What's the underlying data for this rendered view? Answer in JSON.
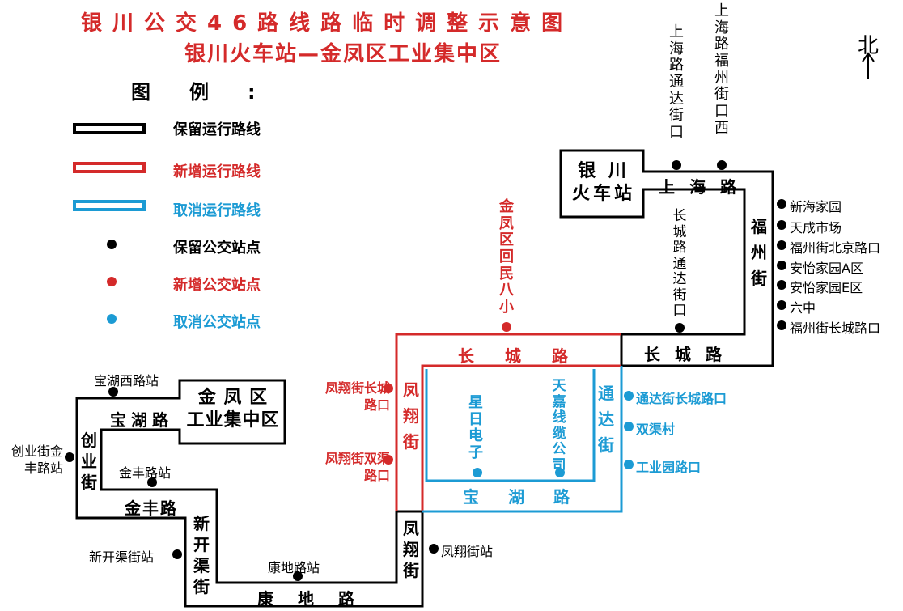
{
  "title": {
    "line1": "银川公交46路线路临时调整示意图",
    "line2": "银川火车站—金凤区工业集中区"
  },
  "legend": {
    "heading": "图例:",
    "items": [
      {
        "label": "保留运行路线",
        "color": "#000000"
      },
      {
        "label": "新增运行路线",
        "color": "#d42a2a"
      },
      {
        "label": "取消运行路线",
        "color": "#1c9bd4"
      },
      {
        "label": "保留公交站点",
        "color": "#000000"
      },
      {
        "label": "新增公交站点",
        "color": "#d42a2a"
      },
      {
        "label": "取消公交站点",
        "color": "#1c9bd4"
      }
    ]
  },
  "compass": {
    "label": "北"
  },
  "terminals": {
    "yinchuan_station": "银 川\n火车站",
    "jinfeng_zone": "金 凤 区\n工业集中区"
  },
  "roads": {
    "shanghai_road": "上海路",
    "fuzhou_street": "福州街",
    "changcheng_road_east": "长城路",
    "changcheng_road_west": "长城路",
    "tongda_street": "通达街",
    "fengxiang_street_north": "凤翔街",
    "fengxiang_street_south": "凤翔街",
    "baohu_road_center": "宝湖路",
    "baohu_road_west": "宝湖路",
    "chuangye_street": "创业街",
    "jinfeng_road": "金丰路",
    "xinkaiqu_street": "新开渠街",
    "kangdi_road": "康地路"
  },
  "stops": {
    "kept": [
      {
        "name": "上海路通达街口",
        "vertical": true
      },
      {
        "name": "上海路福州街口西",
        "vertical": true
      },
      {
        "name": "新海家园"
      },
      {
        "name": "天成市场"
      },
      {
        "name": "福州街北京路口"
      },
      {
        "name": "安怡家园A区"
      },
      {
        "name": "安怡家园E区"
      },
      {
        "name": "六中"
      },
      {
        "name": "福州街长城路口"
      },
      {
        "name": "长城路通达街口",
        "vertical": true
      },
      {
        "name": "宝湖西路站"
      },
      {
        "name": "创业街金丰路站"
      },
      {
        "name": "金丰路站"
      },
      {
        "name": "新开渠街站"
      },
      {
        "name": "康地路站"
      },
      {
        "name": "凤翔街站"
      }
    ],
    "added": [
      {
        "name": "金凤区回民八小",
        "vertical": true
      },
      {
        "name": "凤翔街长城路口"
      },
      {
        "name": "凤翔街双渠路口"
      }
    ],
    "cancelled": [
      {
        "name": "星日电子",
        "vertical": true
      },
      {
        "name": "天嘉线缆公司",
        "vertical": true
      },
      {
        "name": "通达街长城路口"
      },
      {
        "name": "双渠村"
      },
      {
        "name": "工业园路口"
      }
    ]
  },
  "colors": {
    "kept": "#000000",
    "added": "#d42a2a",
    "cancelled": "#1c9bd4"
  }
}
